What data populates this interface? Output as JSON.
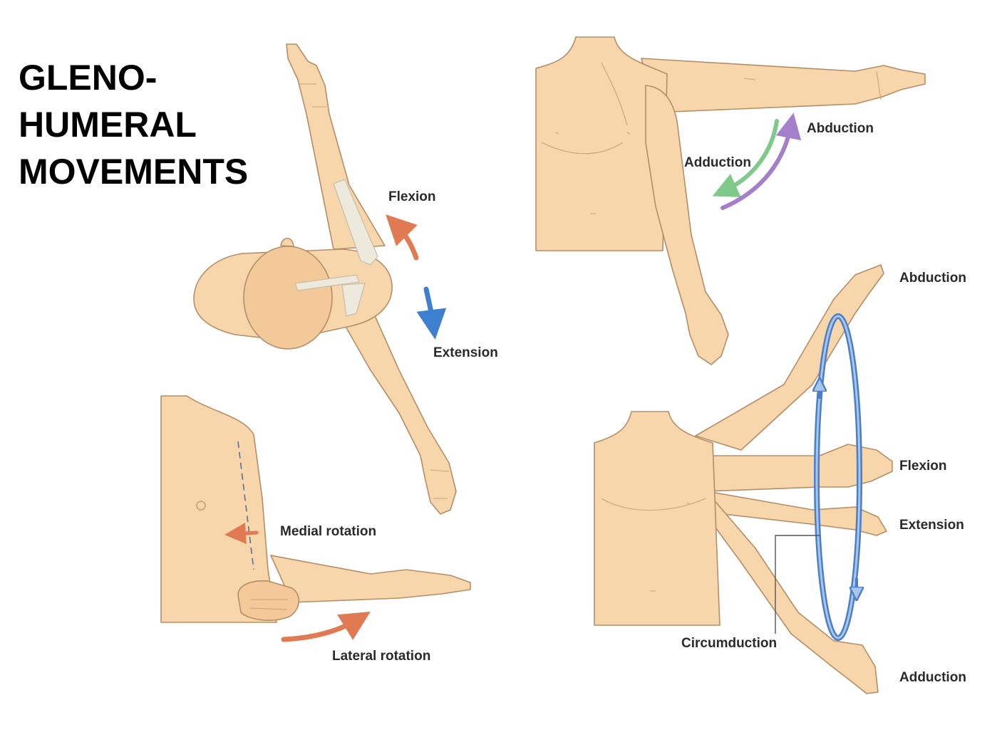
{
  "title": {
    "line1": "GLENO-",
    "line2": "HUMERAL",
    "line3": "MOVEMENTS"
  },
  "labels": {
    "flexion_top": "Flexion",
    "extension_top": "Extension",
    "abduction_top": "Abduction",
    "adduction_top": "Adduction",
    "medial_rotation": "Medial rotation",
    "lateral_rotation": "Lateral rotation",
    "abduction_right": "Abduction",
    "flexion_right": "Flexion",
    "extension_right": "Extension",
    "circumduction": "Circumduction",
    "adduction_right": "Adduction"
  },
  "colors": {
    "skin": "#f8d6ac",
    "outline": "#b58d66",
    "flexion_arrow": "#e07a52",
    "extension_arrow": "#3f7fd0",
    "adduction_arrow": "#7fc98a",
    "abduction_arrow": "#a57fcb",
    "rotation_arrow": "#e07a52",
    "circumduction_loop": "#4a7fc8"
  }
}
